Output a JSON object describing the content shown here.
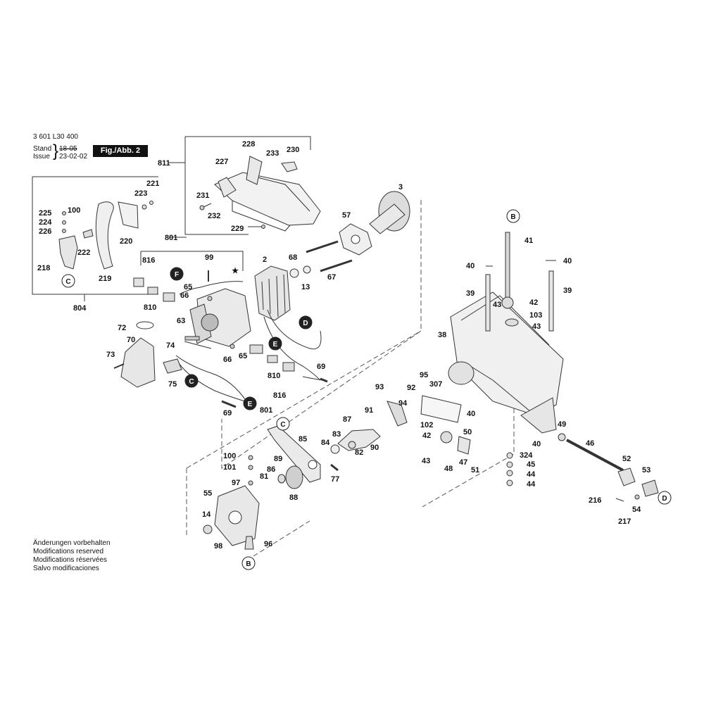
{
  "header": {
    "part_number": "3 601 L30 400",
    "stand_label": "Stand",
    "issue_label": "Issue",
    "stand_value": "18-05",
    "issue_value": "23-02-02",
    "figure_label": "Fig./Abb. 2"
  },
  "notes": [
    "Änderungen vorbehalten",
    "Modifications reserved",
    "Modifications réservées",
    "Salvo modificaciones"
  ],
  "star_symbol": "★",
  "labels": {
    "p3": "3",
    "p811": "811",
    "p228": "228",
    "p233": "233",
    "p230": "230",
    "p227": "227",
    "p231": "231",
    "p232": "232",
    "p229": "229",
    "p221": "221",
    "p223": "223",
    "p225": "225",
    "p100a": "100",
    "p224": "224",
    "p226": "226",
    "p222": "222",
    "p220": "220",
    "p218": "218",
    "p219": "219",
    "p804": "804",
    "p801a": "801",
    "p816a": "816",
    "p99": "99",
    "p2": "2",
    "p68": "68",
    "p13": "13",
    "p57": "57",
    "p67": "67",
    "p65a": "65",
    "p66a": "66",
    "p810a": "810",
    "p72": "72",
    "p63": "63",
    "p70": "70",
    "p74": "74",
    "p73": "73",
    "p66b": "66",
    "p65b": "65",
    "p810b": "810",
    "p816b": "816",
    "p69a": "69",
    "p75": "75",
    "p69b": "69",
    "p801b": "801",
    "p41": "41",
    "p40a": "40",
    "p40b": "40",
    "p39a": "39",
    "p39b": "39",
    "p43a": "43",
    "p42a": "42",
    "p103": "103",
    "p43b": "43",
    "p38": "38",
    "p93": "93",
    "p95": "95",
    "p92": "92",
    "p307": "307",
    "p94": "94",
    "p91": "91",
    "p40c": "40",
    "p102": "102",
    "p87": "87",
    "p83": "83",
    "p85": "85",
    "p84": "84",
    "p82": "82",
    "p90": "90",
    "p42b": "42",
    "p50": "50",
    "p49": "49",
    "p46": "46",
    "p40d": "40",
    "p43c": "43",
    "p48": "48",
    "p47": "47",
    "p51": "51",
    "p52": "52",
    "p324": "324",
    "p45": "45",
    "p44a": "44",
    "p44b": "44",
    "p53": "53",
    "p216": "216",
    "p54": "54",
    "p217": "217",
    "p100b": "100",
    "p89": "89",
    "p101": "101",
    "p86": "86",
    "p97": "97",
    "p81": "81",
    "p77": "77",
    "p55": "55",
    "p88": "88",
    "p14": "14",
    "p98": "98",
    "p96": "96"
  },
  "callouts": {
    "cB1": "B",
    "cC1": "C",
    "cF": "F",
    "cD1": "D",
    "cE1": "E",
    "cC2": "C",
    "cE2": "E",
    "cC3": "C",
    "cB2": "B",
    "cD2": "D"
  }
}
